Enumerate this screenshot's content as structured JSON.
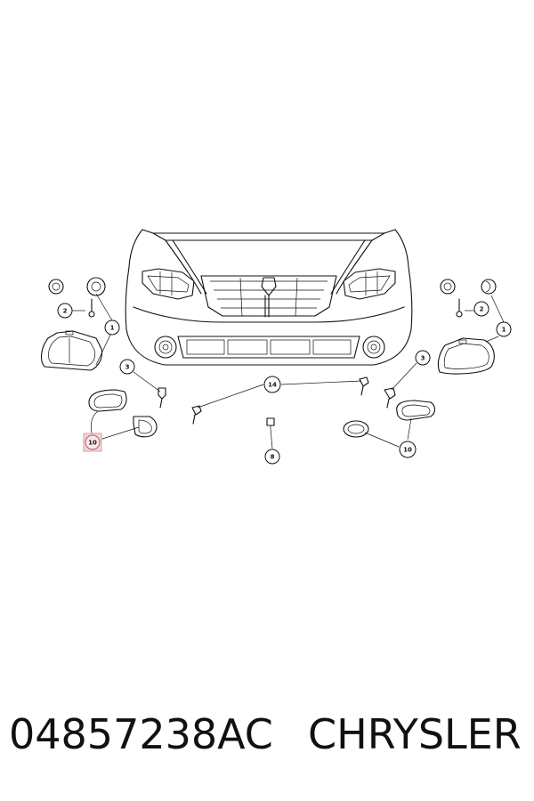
{
  "callouts": {
    "c1_left": "1",
    "c1_right": "1",
    "c2_left": "2",
    "c2_right": "2",
    "c3_left": "3",
    "c3_right": "3",
    "c14": "14",
    "c8": "8",
    "c10_left": "10",
    "c10_right": "10"
  },
  "caption": {
    "part_number": "04857238AC",
    "brand": "CHRYSLER"
  },
  "colors": {
    "highlight": "#d9a0a8",
    "line": "#111111"
  }
}
